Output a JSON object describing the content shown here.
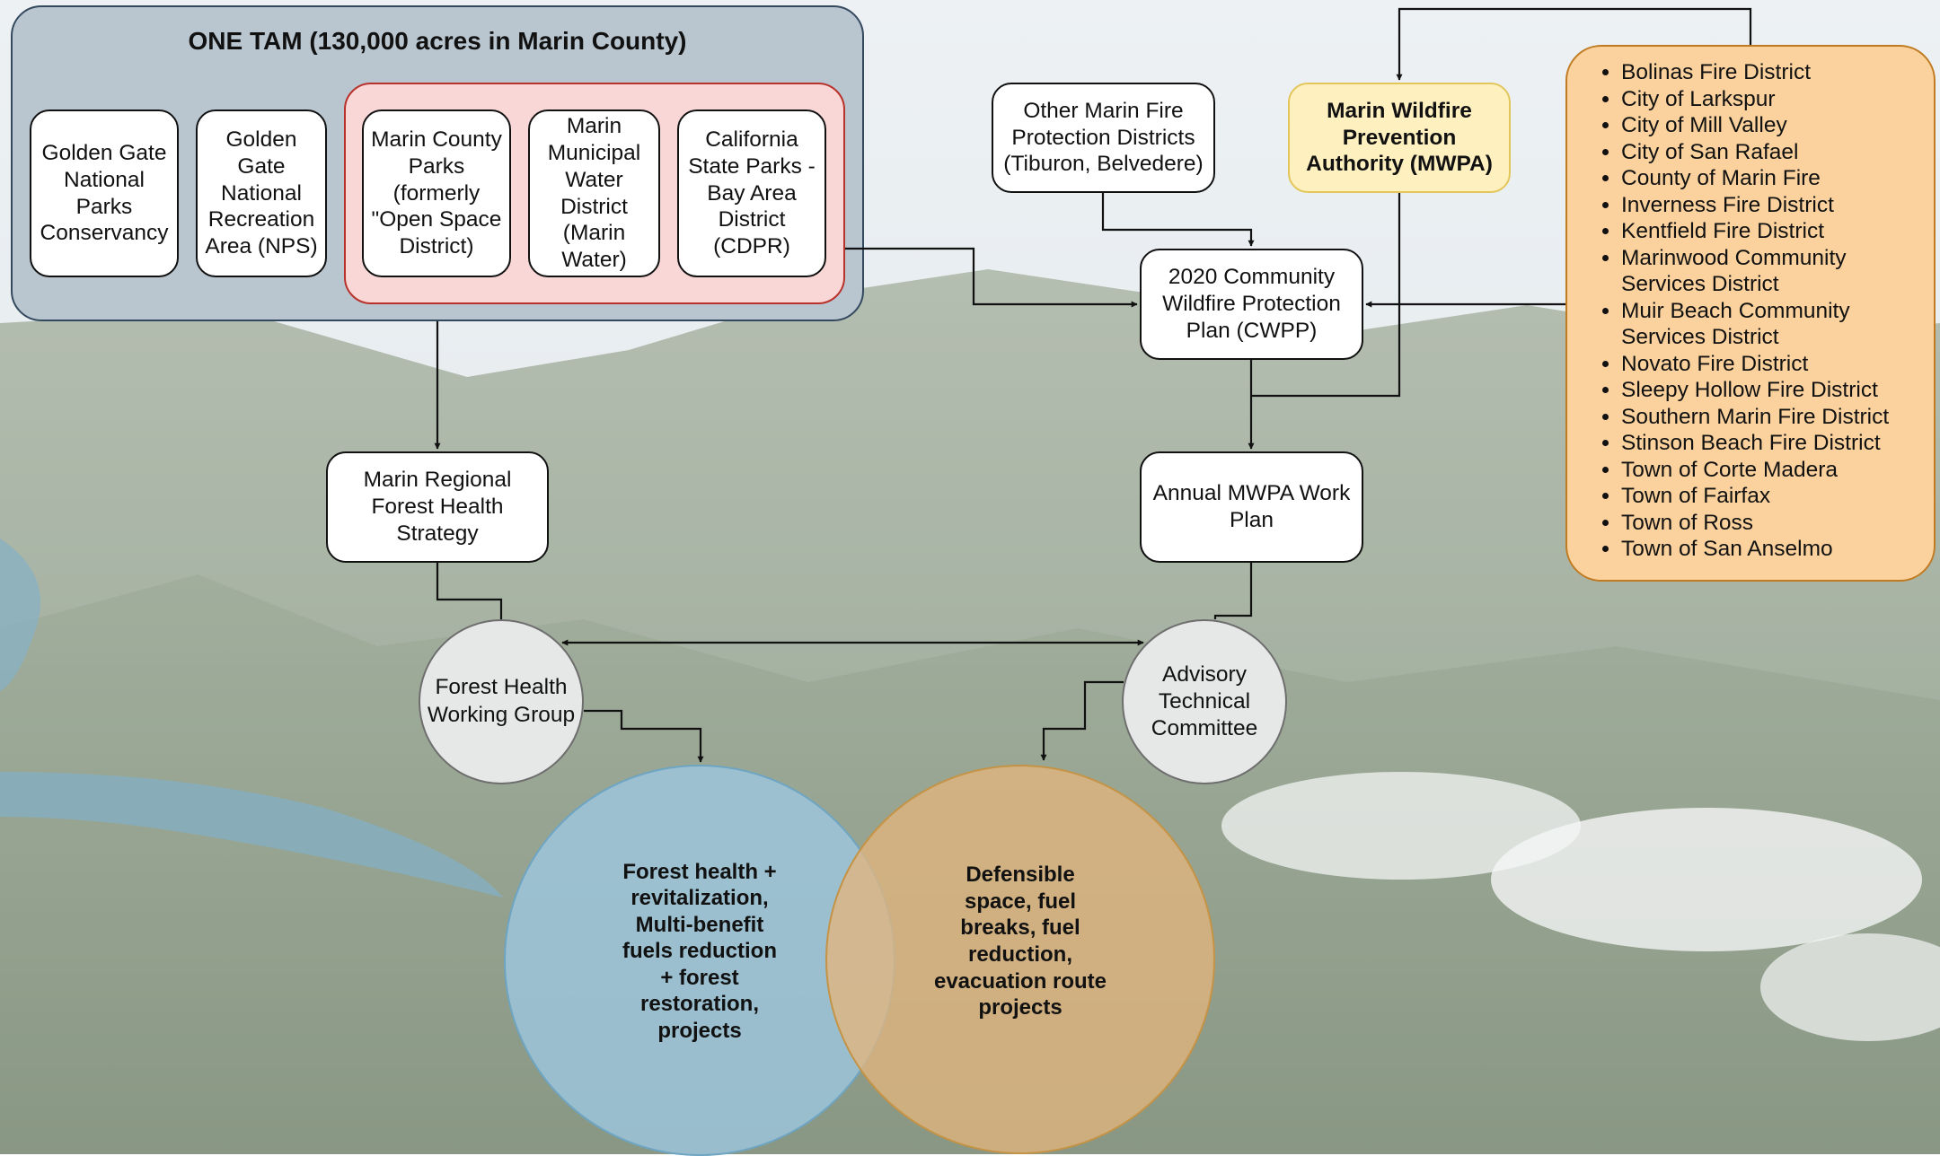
{
  "colors": {
    "sky": "#dfe7ec",
    "forest": "#8b9c86",
    "water": "#5f92a8",
    "one_tam_fill": "#b9c6d0",
    "public_land_fill": "#f9d7d6",
    "public_land_border": "#b8312a",
    "mwpa_fill": "#fff0c0",
    "members_fill": "#fbd29d",
    "members_border": "#c07b22",
    "circle_grey": "#e6e8e8",
    "venn_blue": "#a9cfe3",
    "venn_orange": "#e2b57e"
  },
  "one_tam": {
    "title": "ONE TAM (130,000 acres in Marin County)",
    "partners": [
      "Golden Gate\nNational\nParks\nConservancy",
      "Golden\nGate\nNational\nRecreation\nArea (NPS)"
    ],
    "public_land_agencies": [
      "Marin County\nParks\n(formerly\n\"Open Space\nDistrict)",
      "Marin\nMunicipal\nWater\nDistrict\n(Marin\nWater)",
      "California\nState Parks -\nBay Area\nDistrict\n(CDPR)"
    ]
  },
  "other_districts": "Other Marin Fire\nProtection Districts\n(Tiburon, Belvedere)",
  "mwpa": "Marin Wildfire\nPrevention\nAuthority (MWPA)",
  "mwpa_members": [
    "Bolinas Fire District",
    "City of Larkspur",
    "City of Mill Valley",
    "City of San Rafael",
    "County of Marin Fire",
    "Inverness Fire District",
    "Kentfield Fire District",
    "Marinwood Community Services District",
    "Muir Beach Community Services District",
    "Novato Fire District",
    "Sleepy Hollow Fire District",
    "Southern Marin Fire District",
    "Stinson Beach Fire District",
    "Town of Corte Madera",
    "Town of Fairfax",
    "Town of Ross",
    "Town of San Anselmo"
  ],
  "cwpp": "2020 Community\nWildfire Protection\nPlan (CWPP)",
  "work_plan": "Annual MWPA Work\nPlan",
  "forest_strategy": "Marin Regional\nForest Health\nStrategy",
  "forest_group": "Forest Health\nWorking Group",
  "advisory": "Advisory\nTechnical\nCommittee",
  "forest_projects": "Forest health +\nrevitalization,\nMulti-benefit\nfuels reduction\n+ forest\nrestoration,\nprojects",
  "defensible_projects": "Defensible\nspace, fuel\nbreaks, fuel\nreduction,\nevacuation route\nprojects"
}
